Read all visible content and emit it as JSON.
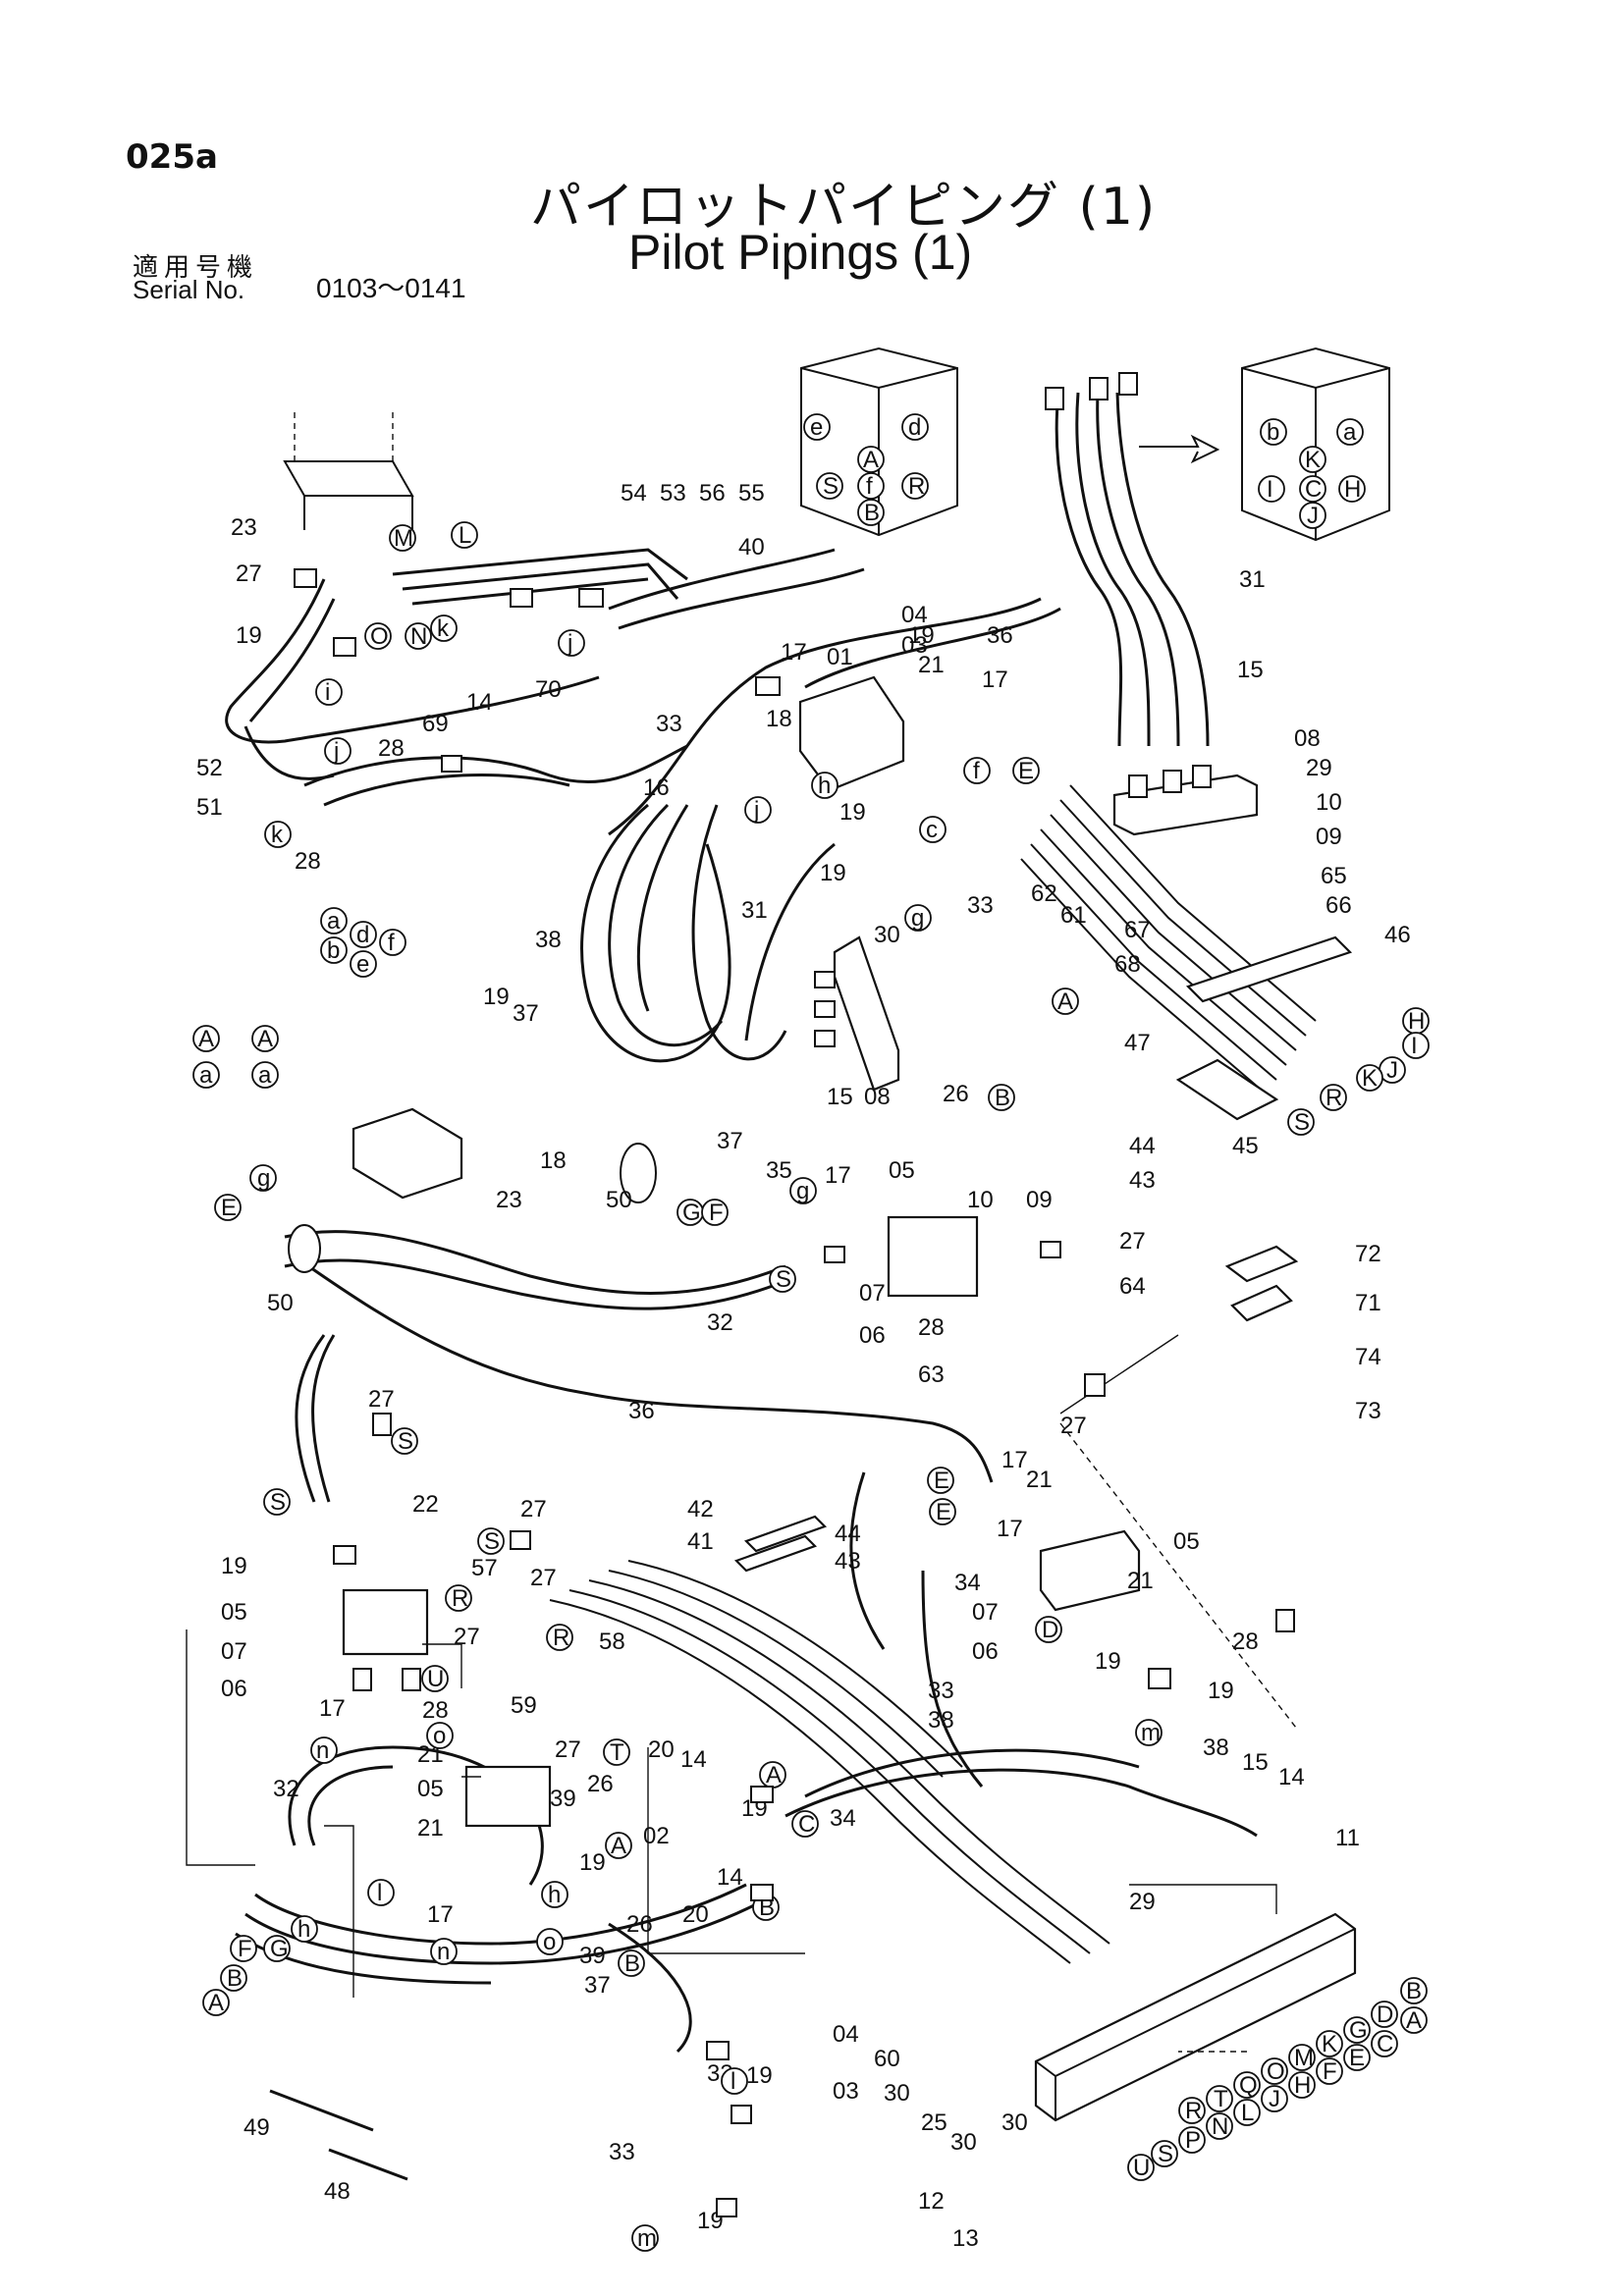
{
  "header": {
    "page_code": "025a",
    "title_jp": "パイロットパイピング (1)",
    "title_en": "Pilot Pipings (1)",
    "serial_label_jp": "適用号機",
    "serial_label_en": "Serial No.",
    "serial_range": "0103～0141"
  },
  "callouts": [
    "54",
    "53",
    "56",
    "55",
    "23",
    "27",
    "19",
    "52",
    "51",
    "28",
    "69",
    "70",
    "14",
    "16",
    "33",
    "31",
    "38",
    "40",
    "01",
    "17",
    "18",
    "21",
    "19",
    "03",
    "04",
    "36",
    "31",
    "15",
    "08",
    "29",
    "10",
    "09",
    "62",
    "61",
    "65",
    "66",
    "67",
    "68",
    "46",
    "47",
    "45",
    "44",
    "43",
    "30",
    "26",
    "15",
    "08",
    "10",
    "09",
    "37",
    "50",
    "35",
    "05",
    "07",
    "06",
    "32",
    "64",
    "72",
    "71",
    "74",
    "73",
    "63",
    "36",
    "27",
    "22",
    "57",
    "58",
    "59",
    "42",
    "41",
    "44",
    "43",
    "34",
    "02",
    "20",
    "39",
    "60",
    "25",
    "11",
    "12",
    "13",
    "49",
    "48"
  ],
  "circle_letters": [
    "A",
    "B",
    "C",
    "D",
    "E",
    "F",
    "G",
    "H",
    "I",
    "J",
    "K",
    "L",
    "M",
    "N",
    "O",
    "P",
    "Q",
    "R",
    "S",
    "T",
    "U",
    "a",
    "b",
    "c",
    "d",
    "e",
    "f",
    "g",
    "h",
    "i",
    "j",
    "k",
    "l",
    "m",
    "n",
    "o"
  ],
  "legend_pairs": [
    "A ← → A",
    "a ← → a"
  ],
  "cube_left_faces": [
    "e",
    "d",
    "A",
    "f",
    "S",
    "R",
    "B"
  ],
  "cube_right_faces": [
    "b",
    "a",
    "K",
    "C",
    "I",
    "H",
    "J"
  ],
  "port_letters_right_row1": [
    "D",
    "B",
    "G",
    "K",
    "M",
    "O",
    "Q",
    "A",
    "C",
    "E",
    "F",
    "H",
    "J",
    "L",
    "N",
    "P",
    "R",
    "S",
    "T",
    "U"
  ]
}
